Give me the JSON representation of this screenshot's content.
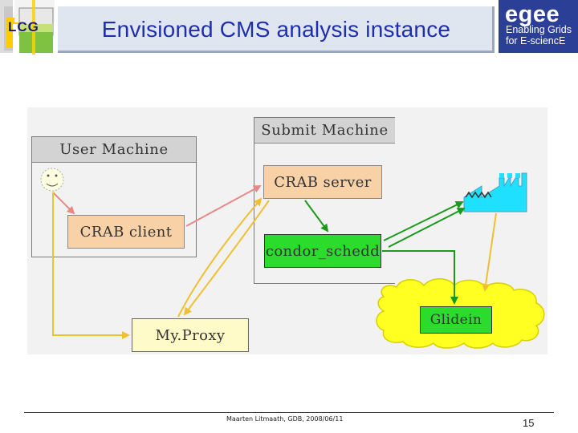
{
  "header": {
    "title": "Envisioned CMS analysis instance",
    "left_logo_text": "LCG",
    "right_logo": {
      "word": "egee",
      "tagline_1": "Enabling Grids",
      "tagline_2": "for E-sciencE"
    }
  },
  "diagram": {
    "user_machine": {
      "label": "User Machine"
    },
    "submit_machine": {
      "label": "Submit Machine"
    },
    "nodes": {
      "crab_client": "CRAB client",
      "crab_server": "CRAB server",
      "condor_schedd": "condor_schedd",
      "myproxy": "My.Proxy",
      "glidein": "Glidein"
    }
  },
  "footer": {
    "credit": "Maarten Litmaath, GDB, 2008/06/11",
    "page_number": "15"
  },
  "colors": {
    "title": "#1e2fae",
    "egee_blue": "#2c3f97",
    "box_orange": "#f8d2a6",
    "box_green": "#2cdc2c",
    "box_yellow": "#fffbc8",
    "arrow_red": "#e88888",
    "arrow_yellow": "#f0c030",
    "arrow_green": "#1a9a1a",
    "cloud_yellow": "#ffff22",
    "grid_site_cyan": "#1fe0ff"
  }
}
